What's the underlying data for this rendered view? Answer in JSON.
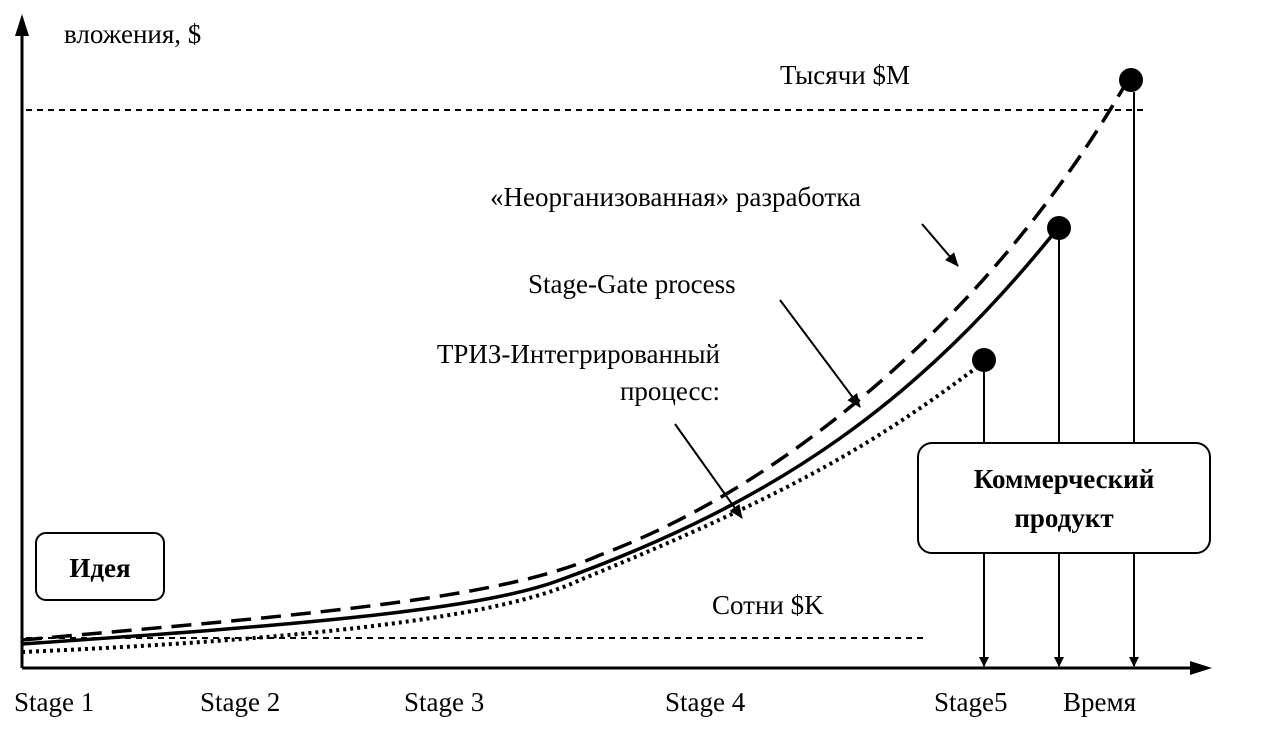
{
  "axes": {
    "y_label": "вложения, $",
    "x_label": "Время"
  },
  "levels": {
    "high": "Тысячи $M",
    "low": "Сотни $K"
  },
  "curves": {
    "unorganized": "«Неорганизованная» разработка",
    "stage_gate": "Stage-Gate process",
    "triz_line1": "ТРИЗ-Интегрированный",
    "triz_line2": "процесс:"
  },
  "boxes": {
    "idea": "Идея",
    "product_line1": "Коммерческий",
    "product_line2": "продукт"
  },
  "stages": [
    "Stage 1",
    "Stage 2",
    "Stage 3",
    "Stage 4",
    "Stage5"
  ]
}
